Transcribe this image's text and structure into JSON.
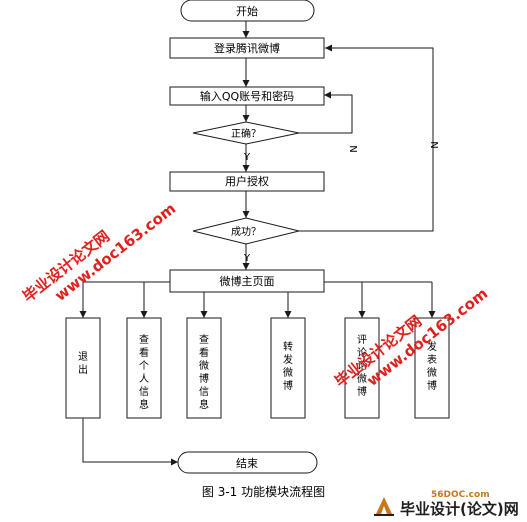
{
  "nodes": {
    "start": "开始",
    "login": "登录腾讯微博",
    "input": "输入QQ账号和密码",
    "correct": "正确？",
    "authorize": "用户授权",
    "success": "成功？",
    "home": "微博主页面",
    "exit": "退出",
    "profile": "查看个人信息",
    "weibo_info": "查看微博信息",
    "repost": "转发微博",
    "comment": "评论论微博",
    "post": "发表微博",
    "end": "结束"
  },
  "edge_labels": {
    "correct_no": "N",
    "correct_yes": "Y",
    "success_no": "N",
    "success_yes": "Y"
  },
  "caption": "图 3-1  功能模块流程图",
  "watermarks": [
    {
      "line1": "毕业设计论文网",
      "line2": "www.doc163.com"
    },
    {
      "line1": "毕业设计论文网",
      "line2": "www.doc163.com"
    }
  ],
  "logo": {
    "sub": "56DOC.com",
    "main": "毕业设计(论文)网"
  },
  "colors": {
    "line": "#1a1a1a",
    "watermark": "#e0201c",
    "logo_accent": "#c8781c"
  }
}
